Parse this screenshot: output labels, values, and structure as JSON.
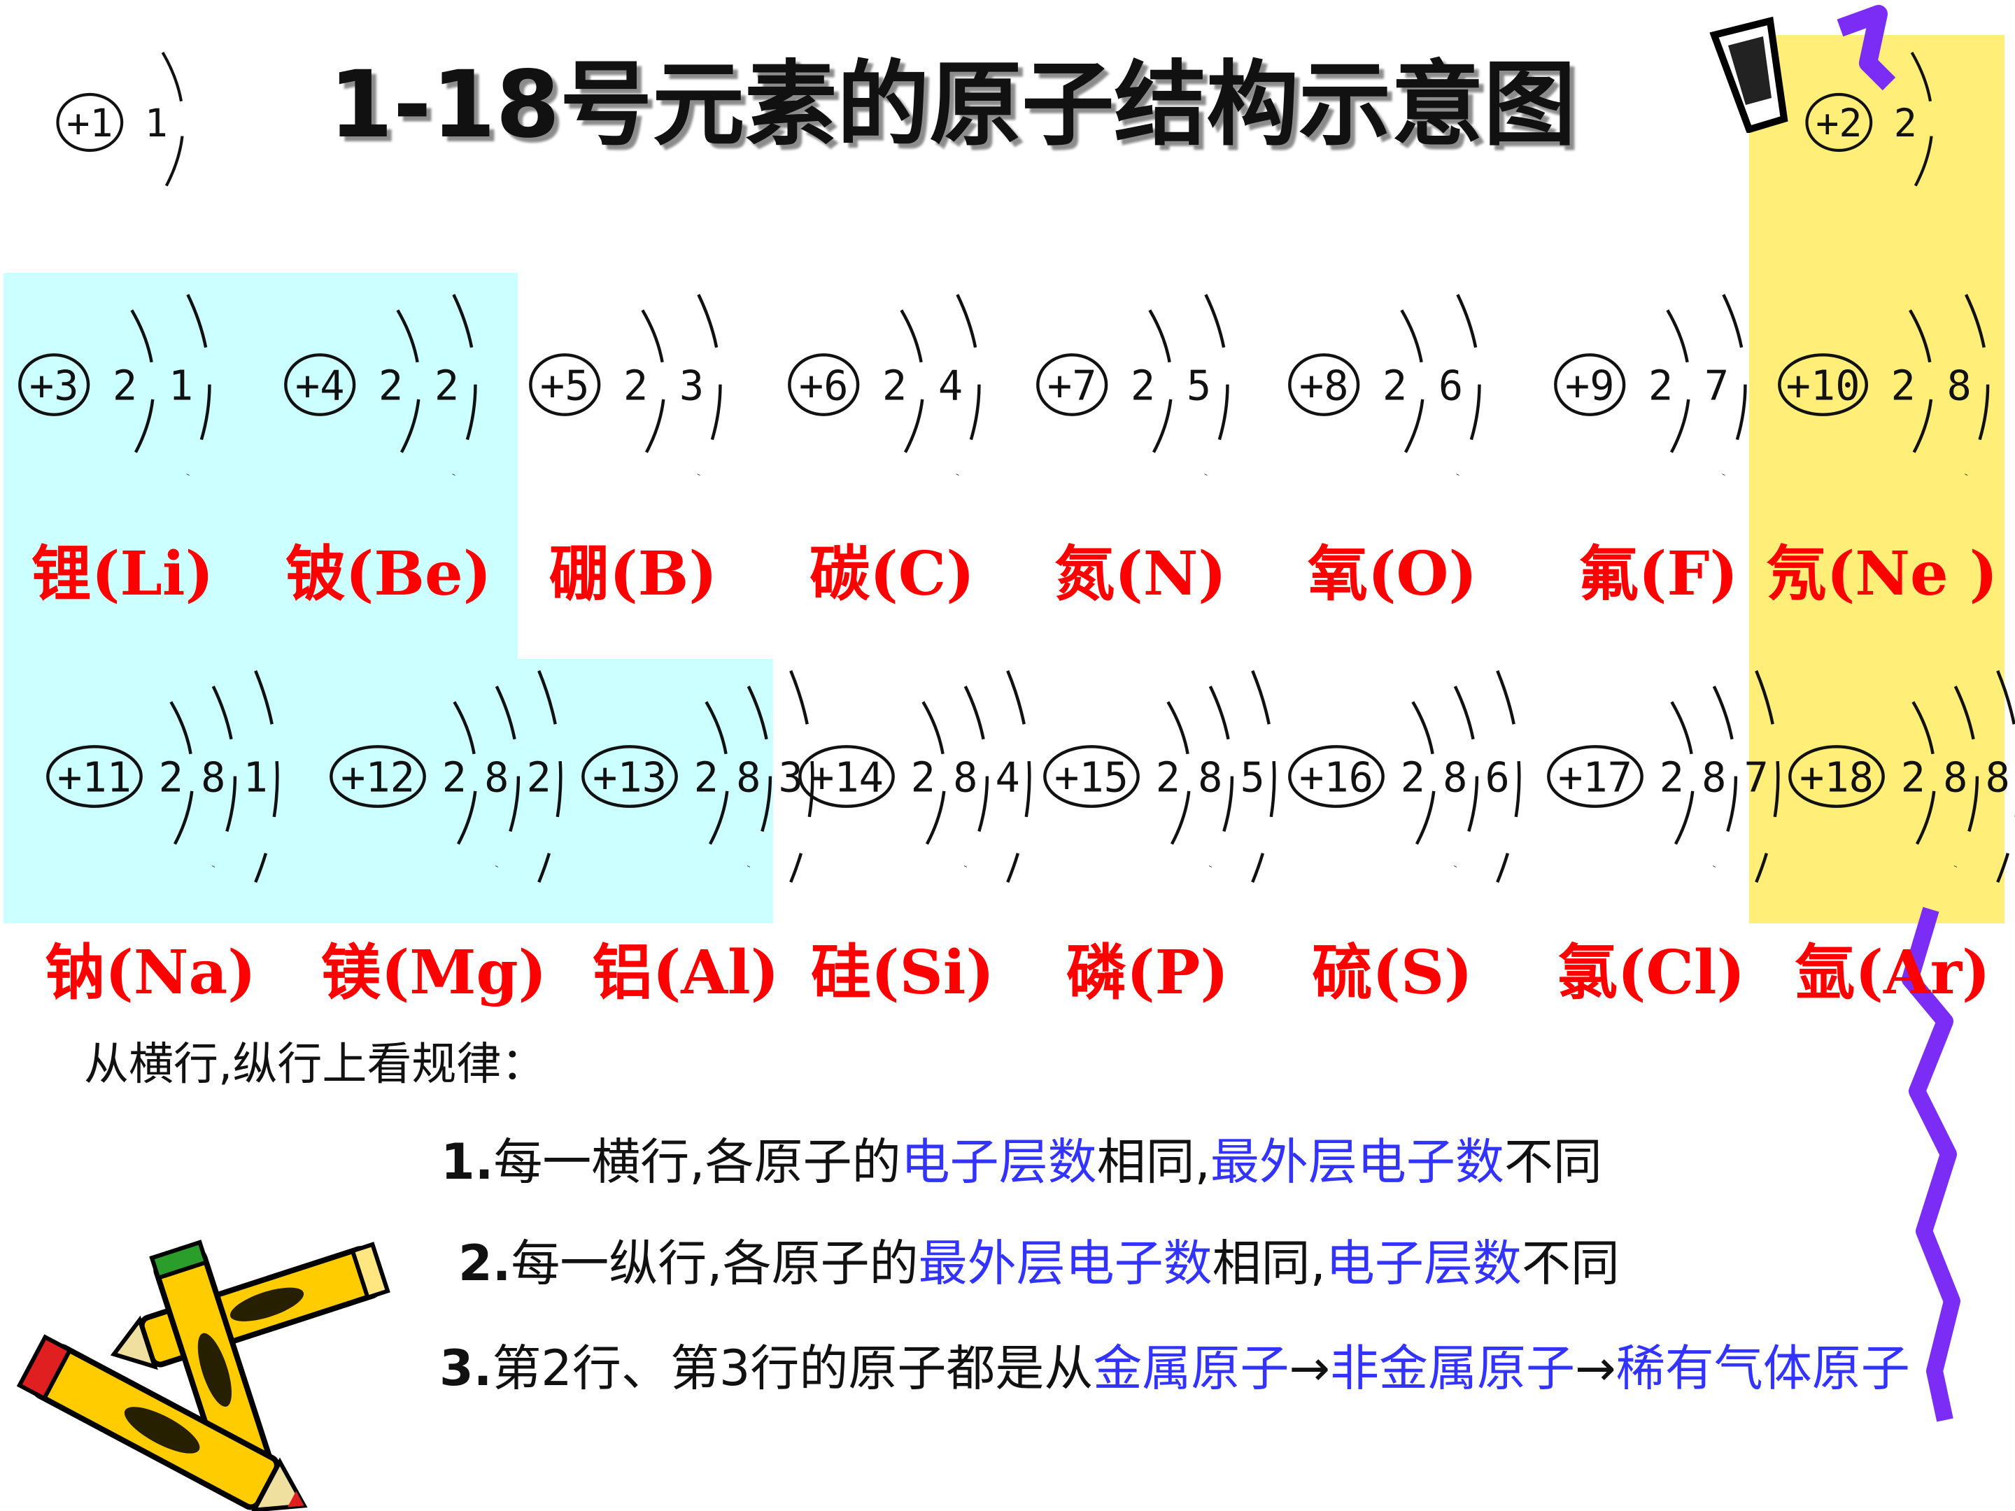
{
  "title": "1-18号元素的原子结构示意图",
  "hydrogen": {
    "nucleus": "+1",
    "shells": [
      "1"
    ]
  },
  "helium": {
    "nucleus": "+2",
    "shells": [
      "2"
    ]
  },
  "row2": [
    {
      "name": "锂(Li)",
      "nucleus": "+3",
      "shells": [
        "2",
        "1"
      ]
    },
    {
      "name": "铍(Be)",
      "nucleus": "+4",
      "shells": [
        "2",
        "2"
      ]
    },
    {
      "name": "硼(B)",
      "nucleus": "+5",
      "shells": [
        "2",
        "3"
      ]
    },
    {
      "name": "碳(C)",
      "nucleus": "+6",
      "shells": [
        "2",
        "4"
      ]
    },
    {
      "name": "氮(N)",
      "nucleus": "+7",
      "shells": [
        "2",
        "5"
      ]
    },
    {
      "name": "氧(O)",
      "nucleus": "+8",
      "shells": [
        "2",
        "6"
      ]
    },
    {
      "name": "氟(F)",
      "nucleus": "+9",
      "shells": [
        "2",
        "7"
      ]
    },
    {
      "name": "氖(Ne )",
      "nucleus": "+10",
      "shells": [
        "2",
        "8"
      ]
    }
  ],
  "row3": [
    {
      "name": "钠(Na)",
      "nucleus": "+11",
      "shells": [
        "2",
        "8",
        "1"
      ]
    },
    {
      "name": "镁(Mg)",
      "nucleus": "+12",
      "shells": [
        "2",
        "8",
        "2"
      ]
    },
    {
      "name": "铝(Al)",
      "nucleus": "+13",
      "shells": [
        "2",
        "8",
        "3"
      ]
    },
    {
      "name": "硅(Si)",
      "nucleus": "+14",
      "shells": [
        "2",
        "8",
        "4"
      ]
    },
    {
      "name": "磷(P)",
      "nucleus": "+15",
      "shells": [
        "2",
        "8",
        "5"
      ]
    },
    {
      "name": "硫(S)",
      "nucleus": "+16",
      "shells": [
        "2",
        "8",
        "6"
      ]
    },
    {
      "name": "氯(Cl)",
      "nucleus": "+17",
      "shells": [
        "2",
        "8",
        "7"
      ]
    },
    {
      "name": "氩(Ar)",
      "nucleus": "+18",
      "shells": [
        "2",
        "8",
        "8"
      ]
    }
  ],
  "observe_heading": "从横行,纵行上看规律：",
  "rules": [
    {
      "num": "1.",
      "parts": [
        {
          "text": "每一横行,各原子的",
          "blue": false
        },
        {
          "text": "电子层数",
          "blue": true
        },
        {
          "text": "相同,",
          "blue": false
        },
        {
          "text": "最外层电子数",
          "blue": true
        },
        {
          "text": "不同",
          "blue": false
        }
      ]
    },
    {
      "num": "2.",
      "parts": [
        {
          "text": "每一纵行,各原子的",
          "blue": false
        },
        {
          "text": "最外层电子数",
          "blue": true
        },
        {
          "text": "相同,",
          "blue": false
        },
        {
          "text": "电子层数",
          "blue": true
        },
        {
          "text": "不同",
          "blue": false
        }
      ]
    },
    {
      "num": "3.",
      "parts": [
        {
          "text": "第2行、第3行的原子都是从",
          "blue": false
        },
        {
          "text": "金属原子",
          "blue": true
        },
        {
          "text": "→",
          "blue": false
        },
        {
          "text": "非金属原子",
          "blue": true
        },
        {
          "text": "→",
          "blue": false
        },
        {
          "text": "稀有气体原子",
          "blue": true
        }
      ]
    }
  ],
  "colors": {
    "label_red": "#ff0000",
    "rule_blue": "#3333ff",
    "highlight_cyan": "#ccffff",
    "highlight_yellow": "#ffee77",
    "ribbon_purple": "#7b2cf5"
  },
  "decorations": [
    "pencils-clipart",
    "purple-ribbon",
    "pen-clipart"
  ]
}
